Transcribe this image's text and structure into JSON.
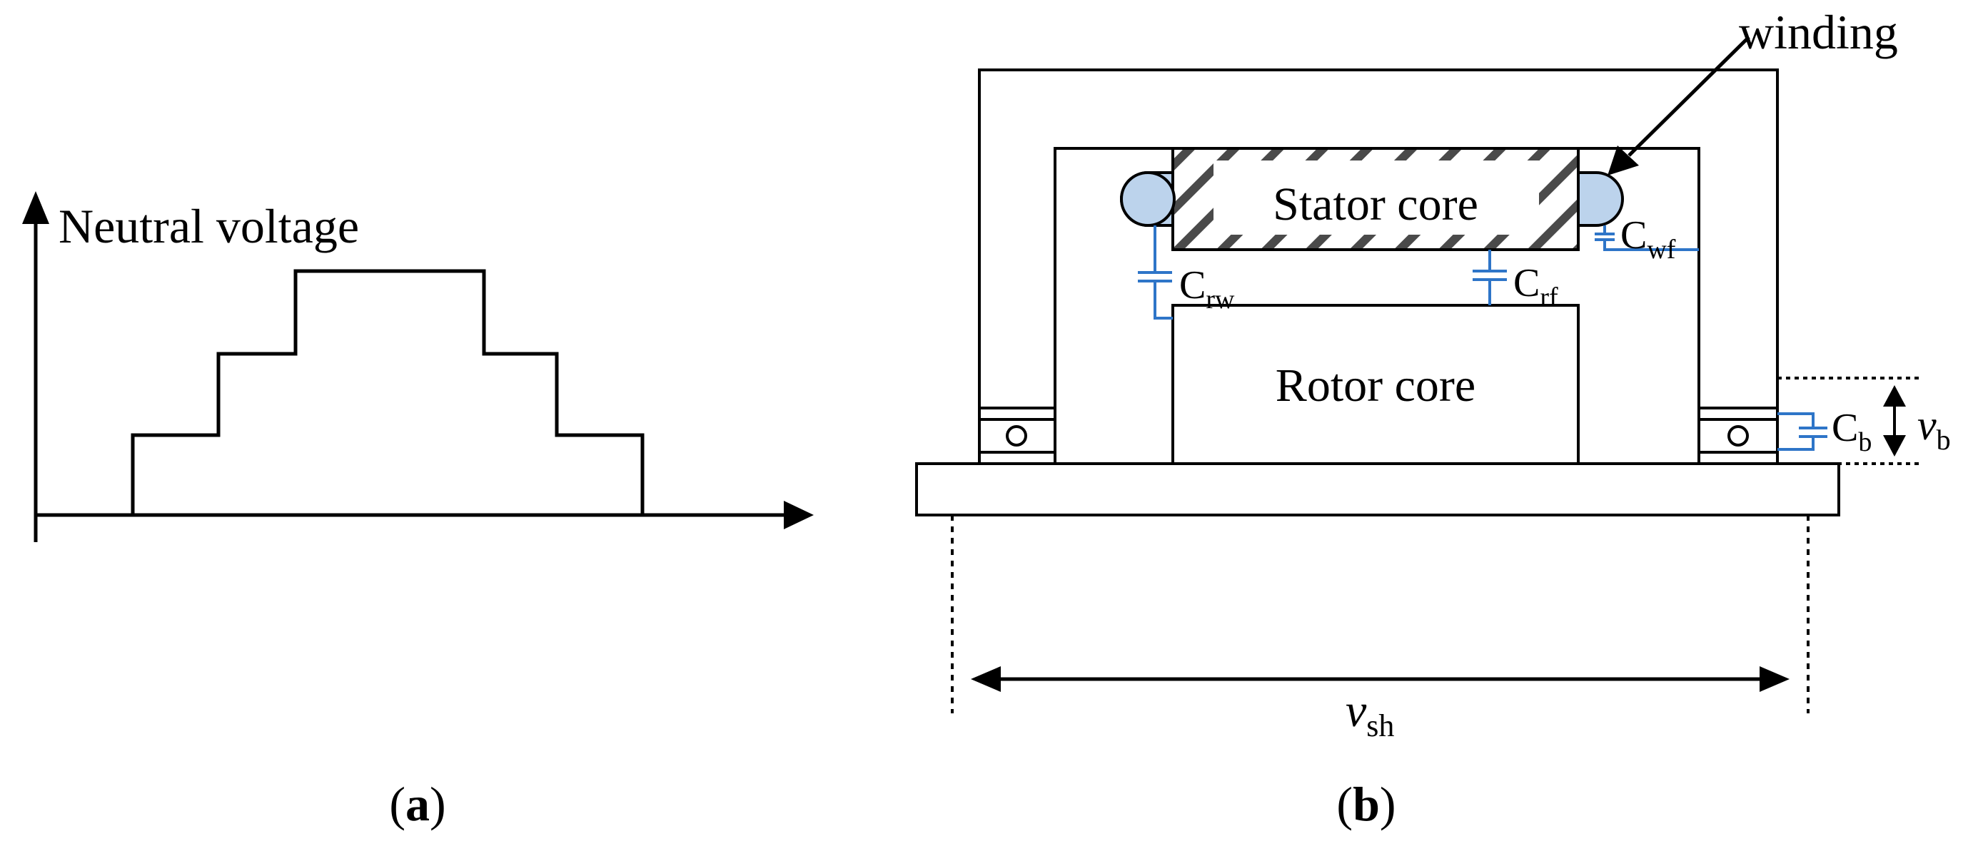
{
  "panel_a": {
    "axis_label": "Neutral voltage",
    "caption": "a"
  },
  "panel_b": {
    "winding_label": "winding",
    "stator_label": "Stator core",
    "rotor_label": "Rotor core",
    "capacitors": {
      "crw": {
        "base": "C",
        "sub": "rw"
      },
      "crf": {
        "base": "C",
        "sub": "rf"
      },
      "cwf": {
        "base": "C",
        "sub": "wf"
      },
      "cb": {
        "base": "C",
        "sub": "b"
      }
    },
    "vb": {
      "base": "v",
      "sub": "b"
    },
    "vsh": {
      "base": "v",
      "sub": "sh"
    },
    "caption": "b"
  },
  "colors": {
    "line": "#000000",
    "capacitor": "#2e75c8",
    "winding_fill": "#bcd3ec"
  }
}
